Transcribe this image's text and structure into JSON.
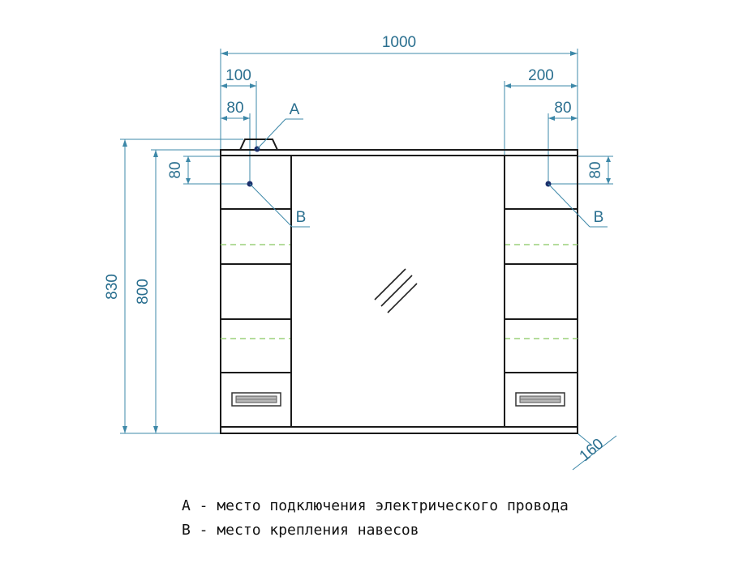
{
  "dimensions": {
    "overall_width": "1000",
    "left_outer": "100",
    "left_inner": "80",
    "right_outer": "200",
    "right_inner": "80",
    "left_vertical_offset": "80",
    "right_vertical_offset": "80",
    "total_height": "830",
    "body_height": "800",
    "depth": "160"
  },
  "markers": {
    "a": "A",
    "b_left": "B",
    "b_right": "B"
  },
  "legend": {
    "a": "A - место подключения электрического провода",
    "b": "B - место крепления навесов"
  },
  "colors": {
    "dimension": "#3d88a8",
    "outline": "#1a1a1a",
    "shelf": "#9bd07a"
  }
}
